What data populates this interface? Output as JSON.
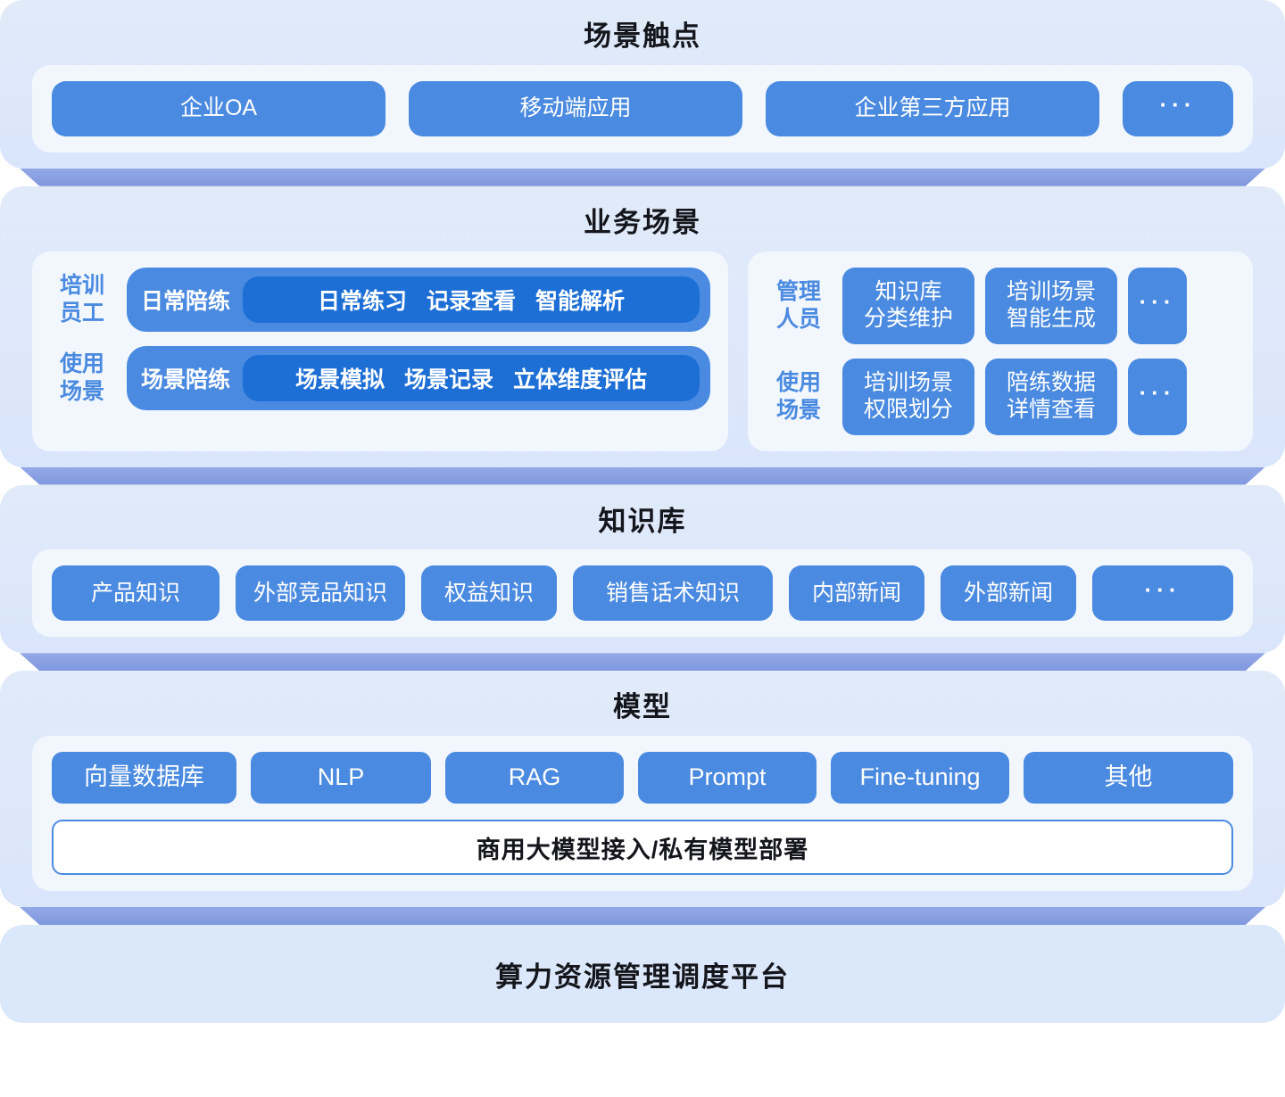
{
  "layers": [
    {
      "id": "touchpoints",
      "title": "场景触点",
      "items": [
        {
          "label": "企业OA"
        },
        {
          "label": "移动端应用"
        },
        {
          "label": "企业第三方应用"
        },
        {
          "label": "···",
          "icon": "ellipsis-icon"
        }
      ]
    },
    {
      "id": "business-scenarios",
      "title": "业务场景",
      "left": {
        "rows": [
          {
            "side_label": "培训\n员工",
            "head": "日常陪练",
            "tags": [
              "日常练习",
              "记录查看",
              "智能解析"
            ]
          },
          {
            "side_label": "使用\n场景",
            "head": "场景陪练",
            "tags": [
              "场景模拟",
              "场景记录",
              "立体维度评估"
            ]
          }
        ]
      },
      "right": {
        "rows": [
          {
            "side_label": "管理\n人员",
            "items": [
              "知识库\n分类维护",
              "培训场景\n智能生成"
            ],
            "more": "···"
          },
          {
            "side_label": "使用\n场景",
            "items": [
              "培训场景\n权限划分",
              "陪练数据\n详情查看"
            ],
            "more": "···"
          }
        ]
      }
    },
    {
      "id": "knowledge-base",
      "title": "知识库",
      "items": [
        {
          "label": "产品知识"
        },
        {
          "label": "外部竞品知识"
        },
        {
          "label": "权益知识"
        },
        {
          "label": "销售话术知识"
        },
        {
          "label": "内部新闻"
        },
        {
          "label": "外部新闻"
        },
        {
          "label": "···",
          "icon": "ellipsis-icon"
        }
      ]
    },
    {
      "id": "model",
      "title": "模型",
      "items": [
        {
          "label": "向量数据库"
        },
        {
          "label": "NLP"
        },
        {
          "label": "RAG"
        },
        {
          "label": "Prompt"
        },
        {
          "label": "Fine-tuning"
        },
        {
          "label": "其他"
        }
      ],
      "bar": "商用大模型接入/私有模型部署"
    },
    {
      "id": "compute-platform",
      "title": "算力资源管理调度平台"
    }
  ],
  "colors": {
    "plate_bg": "#dde8fa",
    "card_bg": "#f2f7fe",
    "pill_blue": "#4a8ae0",
    "pill_blue_dark": "#1d6fd6",
    "edge_band": "#8da2e2",
    "title_text": "#14161c",
    "label_text": "#4a8ae0"
  }
}
